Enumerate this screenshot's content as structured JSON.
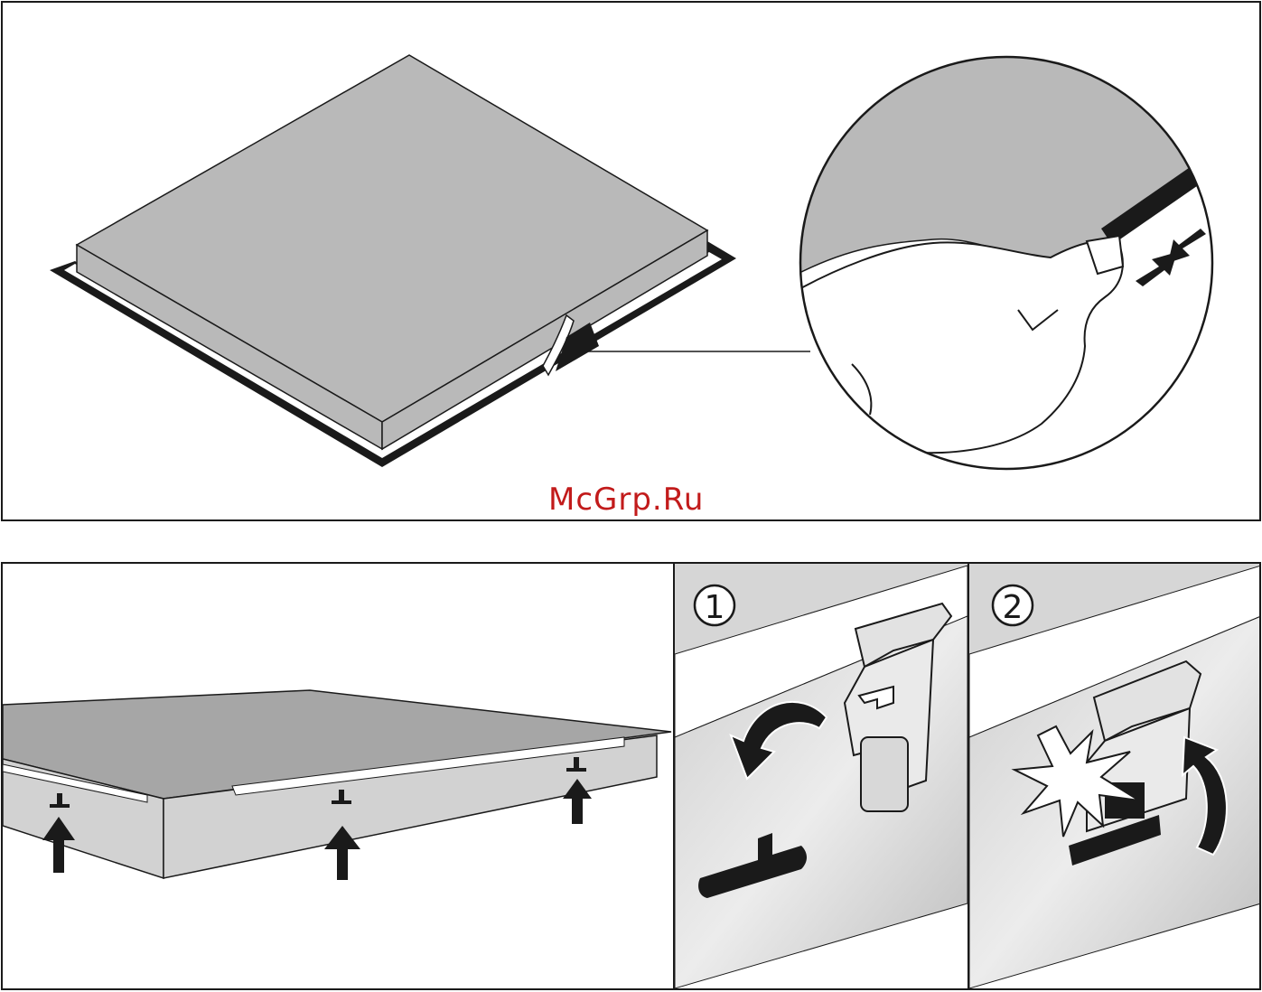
{
  "watermark": {
    "text": "McGrp.Ru",
    "color": "#c21b1b"
  },
  "steps": [
    {
      "number": "1"
    },
    {
      "number": "2"
    }
  ],
  "icons": {
    "top_panel": [
      "hob-illustration",
      "magnifier-circle",
      "hand-icon",
      "seal-strip",
      "press-arrows-icon"
    ],
    "bottom_left": [
      "hob-underside",
      "up-arrow-icon"
    ],
    "step1": [
      "clip-bracket",
      "rotate-down-arrow-icon"
    ],
    "step2": [
      "clip-bracket",
      "snap-burst-icon",
      "rotate-up-arrow-icon"
    ]
  },
  "colors": {
    "line": "#1a1a1a",
    "surface": "#b9b9b9",
    "light_surface": "#d6d6d6"
  }
}
